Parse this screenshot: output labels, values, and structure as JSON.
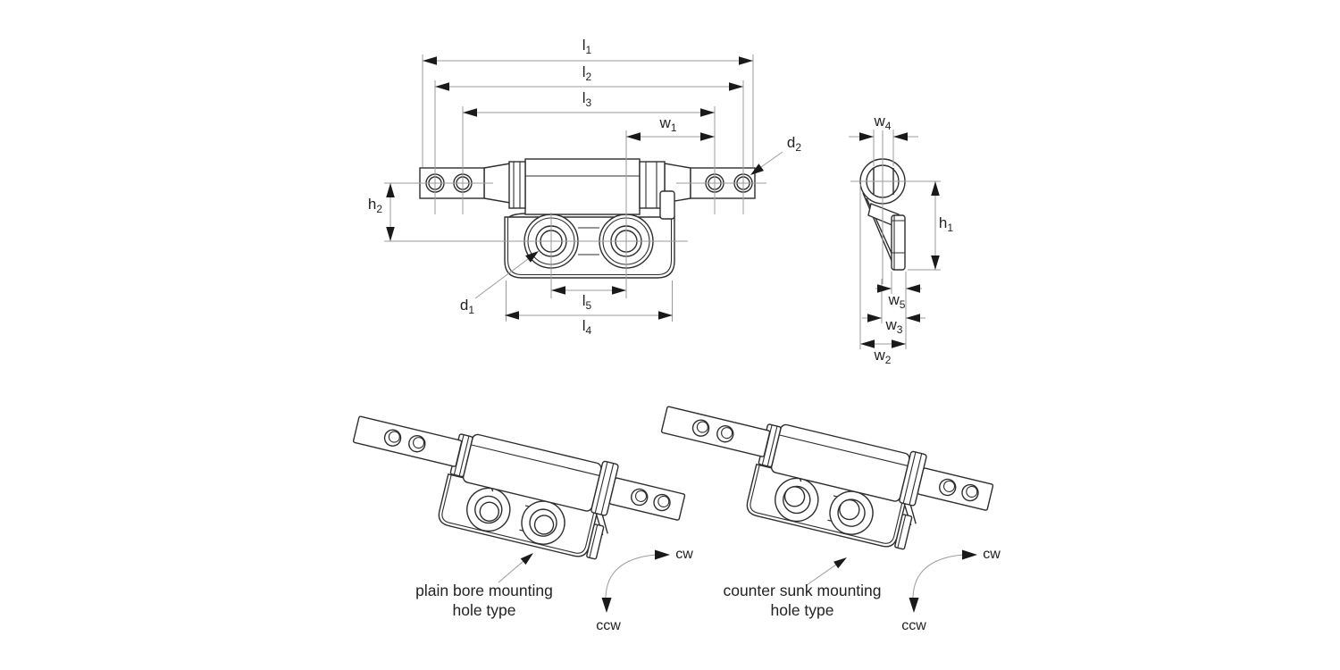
{
  "drawing_title": "friction hinge dimension drawing",
  "colors": {
    "background": "#ffffff",
    "object_line": "#2e2e2e",
    "dimension_line": "#9b9b9b",
    "arrow": "#1a1a1a",
    "text": "#222222"
  },
  "front_view": {
    "dims": {
      "l1": {
        "base": "l",
        "sub": "1"
      },
      "l2": {
        "base": "l",
        "sub": "2"
      },
      "l3": {
        "base": "l",
        "sub": "3"
      },
      "w1": {
        "base": "w",
        "sub": "1"
      },
      "d2": {
        "base": "d",
        "sub": "2"
      },
      "h2": {
        "base": "h",
        "sub": "2"
      },
      "d1": {
        "base": "d",
        "sub": "1"
      },
      "l5": {
        "base": "l",
        "sub": "5"
      },
      "l4": {
        "base": "l",
        "sub": "4"
      }
    }
  },
  "side_view": {
    "dims": {
      "w4": {
        "base": "w",
        "sub": "4"
      },
      "h1": {
        "base": "h",
        "sub": "1"
      },
      "w5": {
        "base": "w",
        "sub": "5"
      },
      "w3": {
        "base": "w",
        "sub": "3"
      },
      "w2": {
        "base": "w",
        "sub": "2"
      }
    }
  },
  "iso_views": [
    {
      "caption_line1": "plain bore mounting",
      "caption_line2": "hole type",
      "cw_label": "cw",
      "ccw_label": "ccw"
    },
    {
      "caption_line1": "counter sunk mounting",
      "caption_line2": "hole type",
      "cw_label": "cw",
      "ccw_label": "ccw"
    }
  ]
}
